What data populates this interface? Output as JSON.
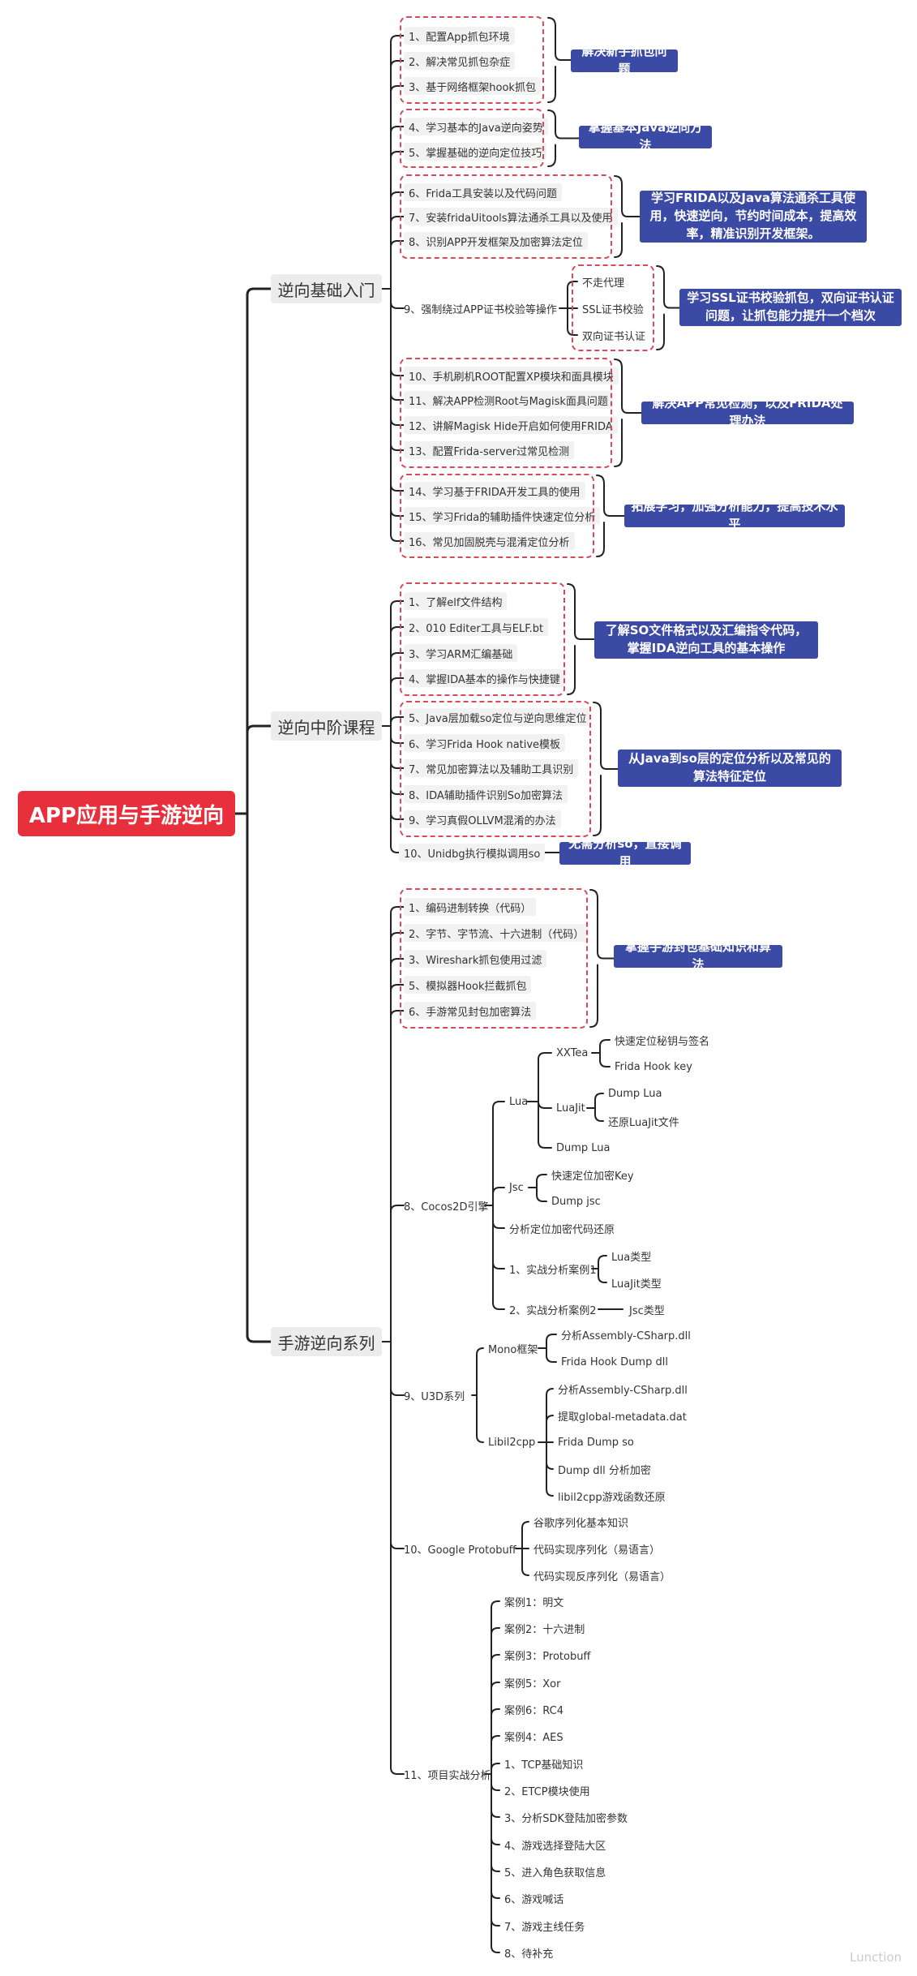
{
  "title": "APP应用与手游逆向",
  "branches": [
    {
      "label": "逆向基础入门"
    },
    {
      "label": "逆向中阶课程"
    },
    {
      "label": "手游逆向系列"
    }
  ],
  "b1": {
    "items": [
      "1、配置App抓包环境",
      "2、解决常见抓包杂症",
      "3、基于网络框架hook抓包",
      "4、学习基本的Java逆向姿势",
      "5、掌握基础的逆向定位技巧",
      "6、Frida工具安装以及代码问题",
      "7、安装fridaUitools算法通杀工具以及使用",
      "8、识别APP开发框架及加密算法定位",
      "9、强制绕过APP证书校验等操作",
      "10、手机刷机ROOT配置XP模块和面具模块",
      "11、解决APP检测Root与Magisk面具问题",
      "12、讲解Magisk Hide开启如何使用FRIDA",
      "13、配置Frida-server过常见检测",
      "14、学习基于FRIDA开发工具的使用",
      "15、学习Frida的辅助插件快速定位分析",
      "16、常见加固脱壳与混淆定位分析"
    ],
    "sub9": [
      "不走代理",
      "SSL证书校验",
      "双向证书认证"
    ],
    "summaries": [
      "解决新手抓包问题",
      "掌握基本Java逆向方法",
      "学习FRIDA以及Java算法通杀工具使用，快速逆向，节约时间成本，提高效率，精准识别开发框架。",
      "学习SSL证书校验抓包，双向证书认证问题，让抓包能力提升一个档次",
      "解决APP常见检测，以及FRIDA处理办法",
      "拓展学习，加强分析能力，提高技术水平"
    ]
  },
  "b2": {
    "items": [
      "1、了解elf文件结构",
      "2、010 Editer工具与ELF.bt",
      "3、学习ARM汇编基础",
      "4、掌握IDA基本的操作与快捷键",
      "5、Java层加载so定位与逆向思维定位",
      "6、学习Frida Hook native模板",
      "7、常见加密算法以及辅助工具识别",
      "8、IDA辅助插件识别So加密算法",
      "9、学习真假OLLVM混淆的办法",
      "10、Unidbg执行模拟调用so"
    ],
    "summaries": [
      "了解SO文件格式以及汇编指令代码，掌握IDA逆向工具的基本操作",
      "从Java到so层的定位分析以及常见的算法特征定位",
      "无需分析so，直接调用"
    ]
  },
  "b3": {
    "items": [
      "1、编码进制转换（代码）",
      "2、字节、字节流、十六进制（代码）",
      "3、Wireshark抓包使用过滤",
      "5、模拟器Hook拦截抓包",
      "6、手游常见封包加密算法"
    ],
    "summary": "掌握手游封包基础知识和算法",
    "cocos": {
      "label": "8、Cocos2D引擎",
      "lua": "Lua",
      "xxtea": "XXTea",
      "xxtea_items": [
        "快速定位秘钥与签名",
        "Frida Hook key"
      ],
      "luajit": "LuaJit",
      "luajit_items": [
        "Dump Lua",
        "还原LuaJit文件"
      ],
      "dump_lua": "Dump Lua",
      "jsc": "Jsc",
      "jsc_items": [
        "快速定位加密Key",
        "Dump jsc"
      ],
      "analyze": "分析定位加密代码还原",
      "case1": "1、实战分析案例1",
      "case1_items": [
        "Lua类型",
        "LuaJit类型"
      ],
      "case2": "2、实战分析案例2",
      "case2_item": "Jsc类型"
    },
    "u3d": {
      "label": "9、U3D系列",
      "mono": "Mono框架",
      "mono_items": [
        "分析Assembly-CSharp.dll",
        "Frida Hook Dump dll"
      ],
      "il2cpp": "Libil2cpp",
      "il2cpp_items": [
        "分析Assembly-CSharp.dll",
        "提取global-metadata.dat",
        "Frida Dump so",
        "Dump dll 分析加密",
        "libil2cpp游戏函数还原"
      ]
    },
    "protobuf": {
      "label": "10、Google Protobuff",
      "items": [
        "谷歌序列化基本知识",
        "代码实现序列化（易语言）",
        "代码实现反序列化（易语言）"
      ]
    },
    "project": {
      "label": "11、项目实战分析",
      "items": [
        "案例1：明文",
        "案例2：十六进制",
        "案例3：Protobuff",
        "案例5：Xor",
        "案例6：RC4",
        "案例4：AES",
        "1、TCP基础知识",
        "2、ETCP模块使用",
        "3、分析SDK登陆加密参数",
        "4、游戏选择登陆大区",
        "5、进入角色获取信息",
        "6、游戏喊话",
        "7、游戏主线任务",
        "8、待补充"
      ]
    }
  },
  "watermark": "Lunction",
  "colors": {
    "root": "#e8303d",
    "summary": "#3b4aa5",
    "dashed": "#d9495a",
    "line": "#222222"
  }
}
